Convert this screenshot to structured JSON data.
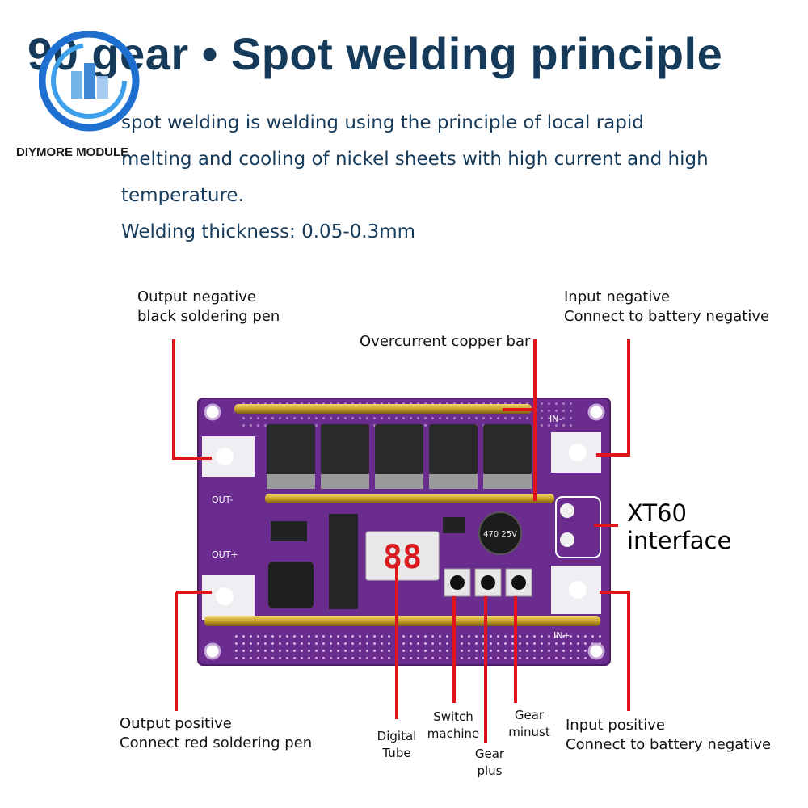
{
  "header": {
    "title": "90 gear • Spot welding principle",
    "brand": "DIYMORE MODULE"
  },
  "description": {
    "line1": "spot welding is welding using the principle of local rapid",
    "line2": "melting and cooling of nickel sheets with high current and high",
    "line3": "temperature.",
    "line4": "Welding thickness: 0.05-0.3mm"
  },
  "callouts": {
    "out_neg": {
      "line1": "Output negative",
      "line2": "black soldering pen"
    },
    "copper_bar": "Overcurrent copper bar",
    "in_neg": {
      "line1": "Input negative",
      "line2": "Connect to battery negative"
    },
    "xt60": {
      "line1": "XT60",
      "line2": "interface"
    },
    "out_pos": {
      "line1": "Output positive",
      "line2": "Connect red soldering pen"
    },
    "digital_tube": {
      "line1": "Digital",
      "line2": "Tube"
    },
    "switch": {
      "line1": "Switch",
      "line2": "machine"
    },
    "gear_plus": {
      "line1": "Gear",
      "line2": "plus"
    },
    "gear_minus": {
      "line1": "Gear",
      "line2": "minust"
    },
    "in_pos": {
      "line1": "Input positive",
      "line2": "Connect to battery negative"
    }
  },
  "board": {
    "display_text": "88",
    "silk_out_neg": "OUT-",
    "silk_out_pos": "OUT+",
    "silk_in_neg": "IN-",
    "silk_in_pos": "IN+",
    "capacitor_text": "470 25V",
    "colors": {
      "pcb": "#6a2d8f",
      "copper": "#c9a227",
      "leader": "#e0141b",
      "title": "#163a5a"
    }
  }
}
